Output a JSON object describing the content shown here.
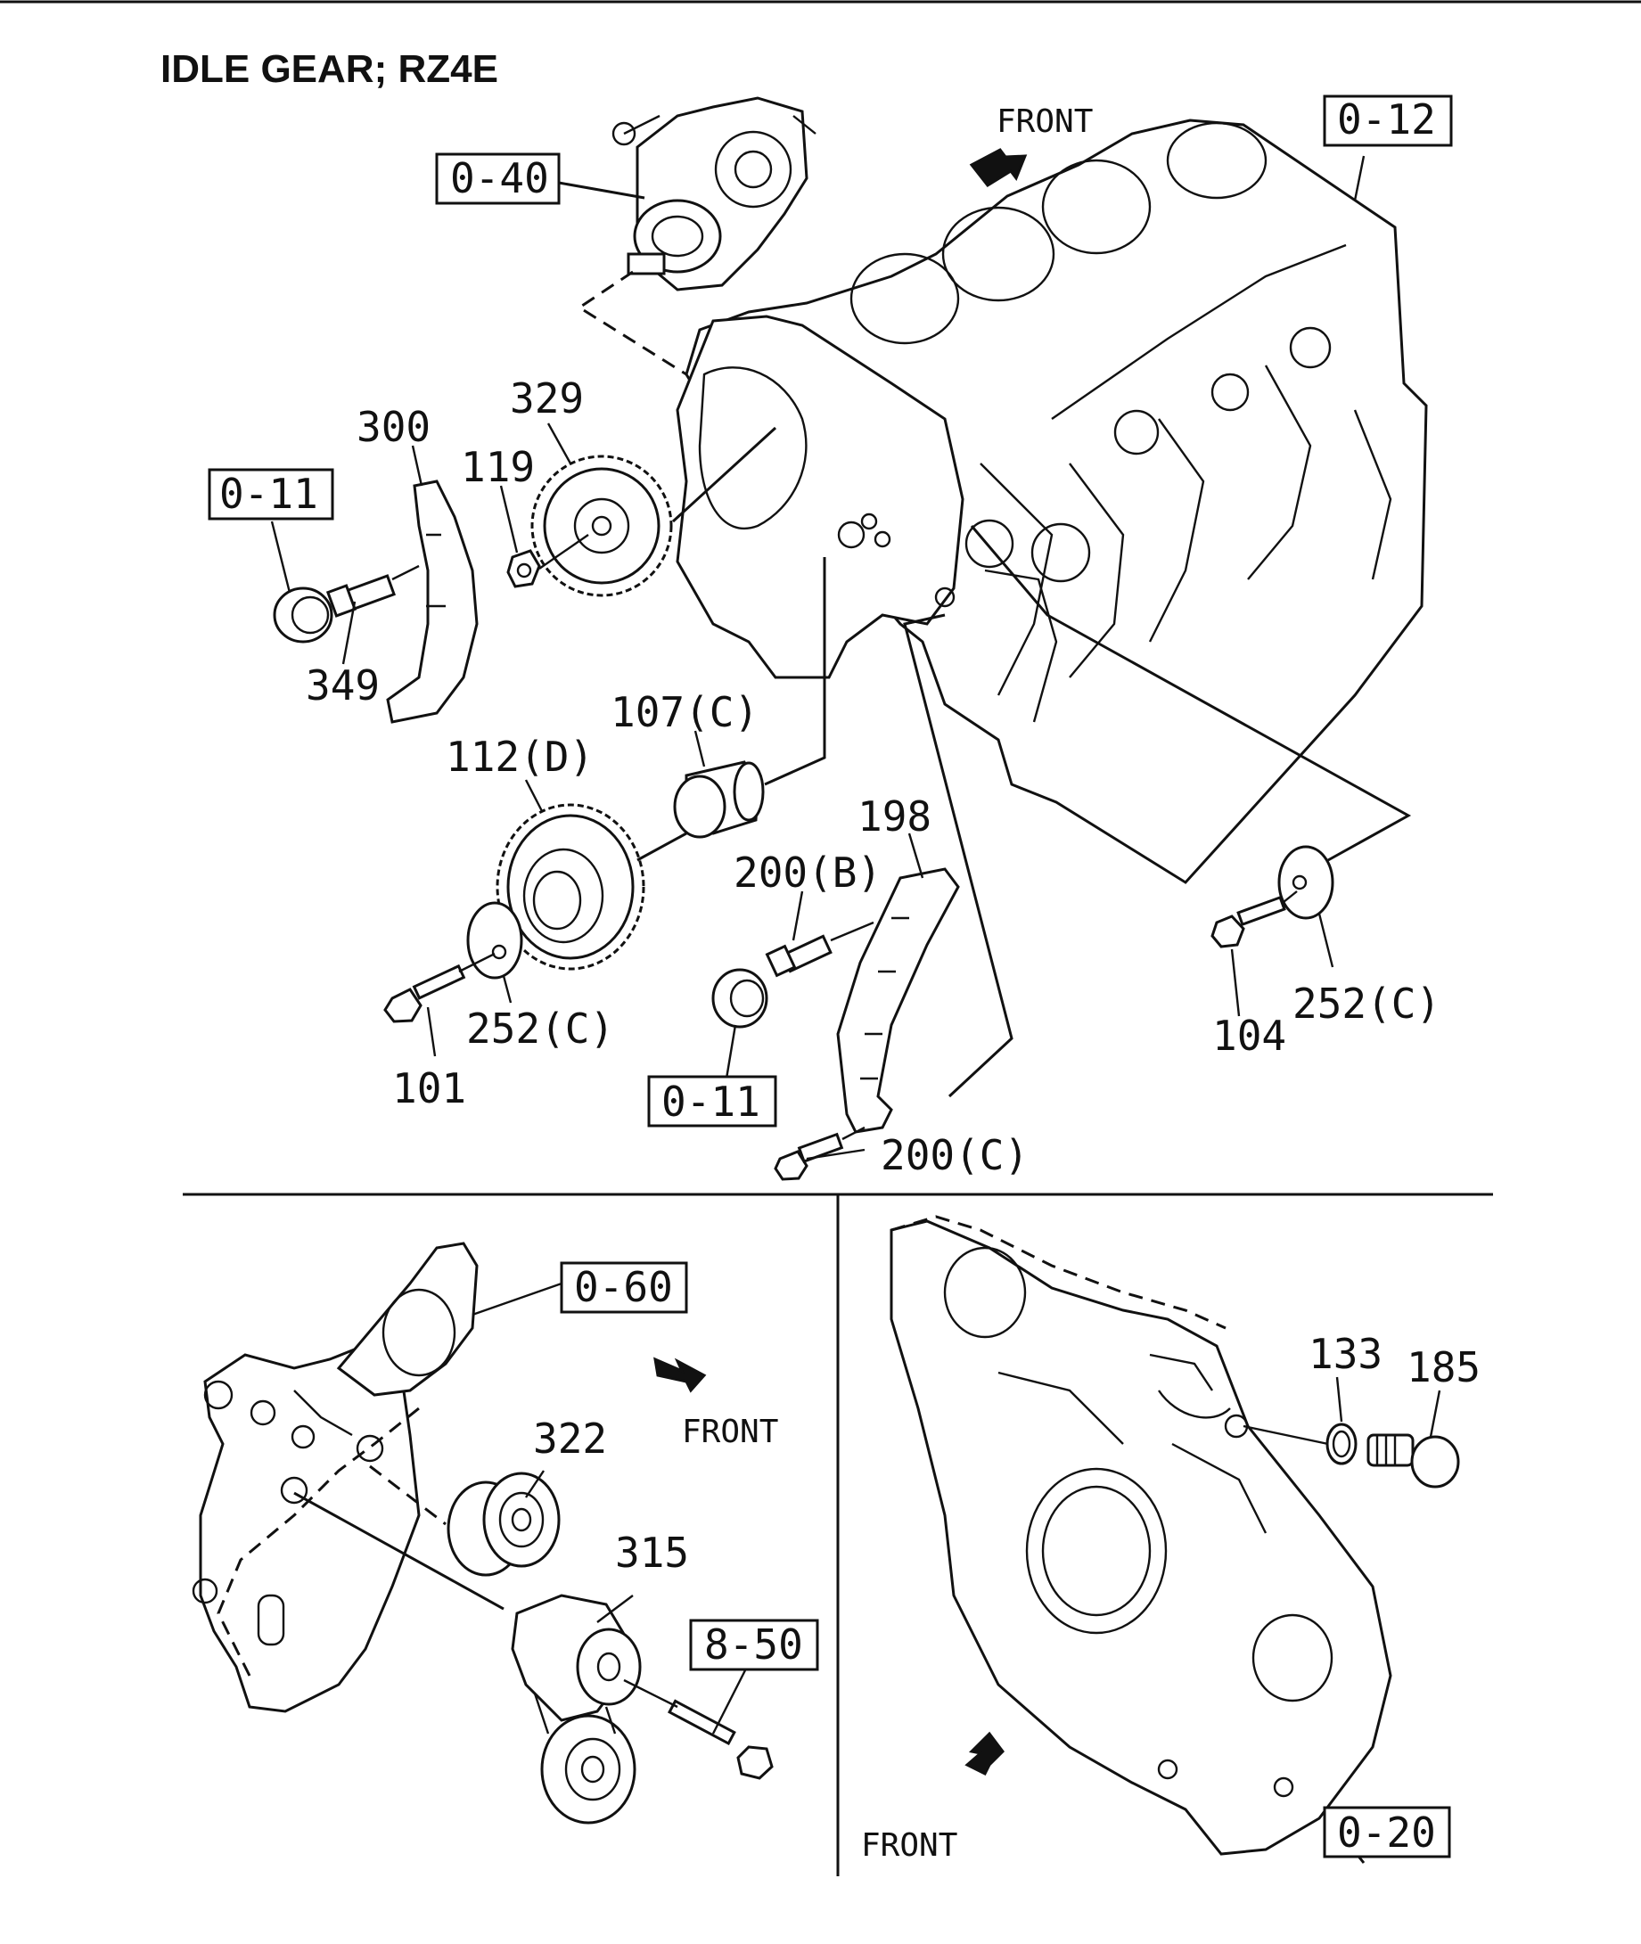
{
  "title": "IDLE GEAR; RZ4E",
  "direction_labels": {
    "top": "FRONT",
    "bottom_left": "FRONT",
    "bottom_right": "FRONT"
  },
  "ref_boxes": {
    "r040": "0-40",
    "r012": "0-12",
    "r011_a": "0-11",
    "r011_b": "0-11",
    "r060": "0-60",
    "r850": "8-50",
    "r020": "0-20"
  },
  "part_numbers": {
    "p300": "300",
    "p329": "329",
    "p119": "119",
    "p349": "349",
    "p107c": "107(C)",
    "p112d": "112(D)",
    "p198": "198",
    "p200b": "200(B)",
    "p252c_a": "252(C)",
    "p101": "101",
    "p200c": "200(C)",
    "p104": "104",
    "p252c_b": "252(C)",
    "p322": "322",
    "p315": "315",
    "p133": "133",
    "p185": "185"
  }
}
